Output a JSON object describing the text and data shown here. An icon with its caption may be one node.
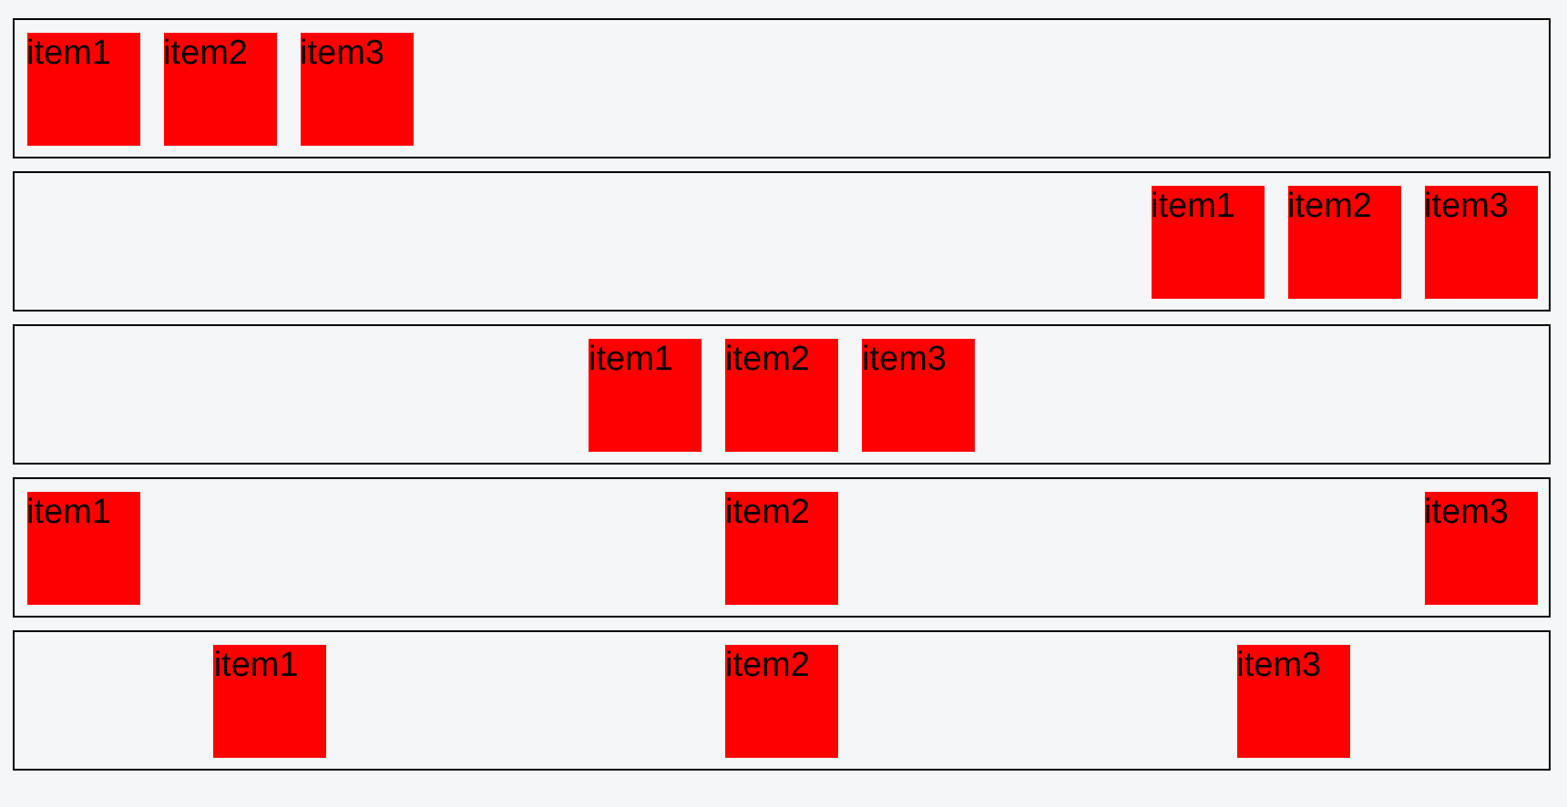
{
  "diagram": {
    "nodes": [
      {
        "text": [],
        "shape": "box"
      },
      {
        "text": [
          "item1"
        ],
        "in": 0
      },
      {
        "text": [
          "item2"
        ],
        "in": 0
      },
      {
        "text": [
          "item3"
        ],
        "in": 0
      },
      {
        "text": [],
        "shape": "box"
      },
      {
        "text": [
          "item1"
        ],
        "in": 4
      },
      {
        "text": [
          "item2"
        ],
        "in": 4
      },
      {
        "text": [
          "item3"
        ],
        "in": 4
      },
      {
        "text": [],
        "shape": "box"
      },
      {
        "text": [
          "item1"
        ],
        "in": 8
      },
      {
        "text": [
          "item2"
        ],
        "in": 8
      },
      {
        "text": [
          "item3"
        ],
        "in": 8
      },
      {
        "text": [],
        "shape": "box"
      },
      {
        "text": [
          "item1"
        ],
        "in": 12
      },
      {
        "text": [
          "item2"
        ],
        "in": 12
      },
      {
        "text": [
          "item3"
        ],
        "in": 12
      },
      {
        "text": [],
        "shape": "box"
      },
      {
        "text": [
          "item1"
        ],
        "in": 16
      },
      {
        "text": [
          "item2"
        ],
        "in": 16
      },
      {
        "text": [
          "item3"
        ],
        "in": 16
      }
    ]
  }
}
